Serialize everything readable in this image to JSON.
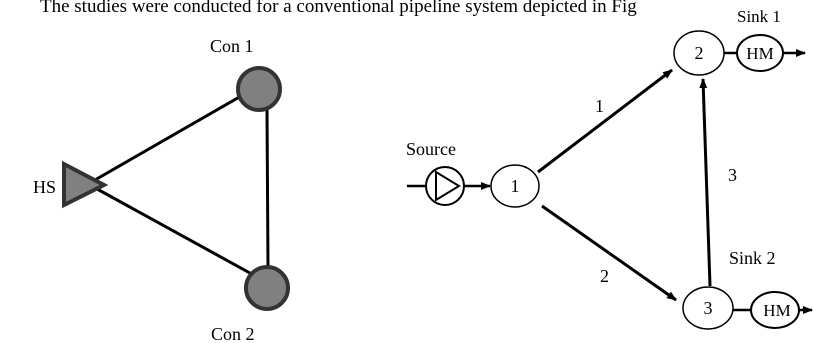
{
  "header_text": "The studies were conducted for a conventional pipeline system depicted in Fig",
  "left_graph": {
    "labels": {
      "hs": "HS",
      "con1": "Con 1",
      "con2": "Con 2"
    },
    "colors": {
      "node_fill": "#808080",
      "stroke": "#333333"
    }
  },
  "right_graph": {
    "labels": {
      "source": "Source",
      "sink1": "Sink 1",
      "sink2": "Sink 2",
      "node1": "1",
      "node2": "2",
      "node3": "3",
      "hm1": "HM",
      "hm2": "HM",
      "edge1": "1",
      "edge2": "2",
      "edge3": "3"
    }
  }
}
